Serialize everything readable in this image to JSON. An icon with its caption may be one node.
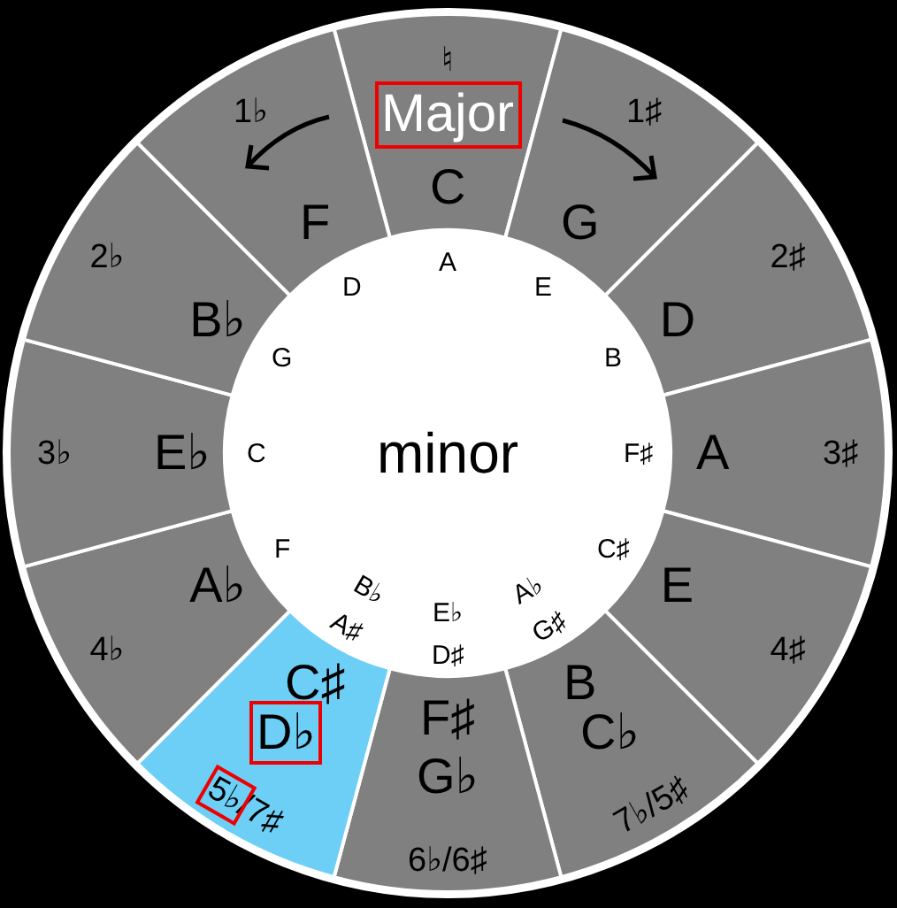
{
  "diagram": {
    "nodes": [
      {
        "text": [
          "♮",
          "C"
        ]
      },
      {
        "text": [
          "1♯",
          "G"
        ]
      },
      {
        "text": [
          "2♯",
          "D"
        ]
      },
      {
        "text": [
          "A",
          "3♯"
        ]
      },
      {
        "text": [
          "E",
          "4♯"
        ]
      },
      {
        "text": [
          "B",
          "C♭",
          "7♭/5♯"
        ]
      },
      {
        "text": [
          "F♯",
          "G♭",
          "6♭/6♯"
        ]
      },
      {
        "text": [
          "C♯",
          "D♭",
          "5♭/7♯"
        ]
      },
      {
        "text": [
          "A♭",
          "4♭"
        ]
      },
      {
        "text": [
          "3♭",
          "E♭"
        ]
      },
      {
        "text": [
          "2♭",
          "B♭"
        ]
      },
      {
        "text": [
          "1♭",
          "F"
        ]
      },
      {
        "text": [
          "minor"
        ]
      }
    ],
    "labels": [
      "Major",
      "A",
      "E",
      "B",
      "F♯",
      "C♯",
      "A♭",
      "G♯",
      "E♭",
      "D♯",
      "B♭",
      "A♯",
      "F",
      "C",
      "G",
      "D"
    ]
  }
}
